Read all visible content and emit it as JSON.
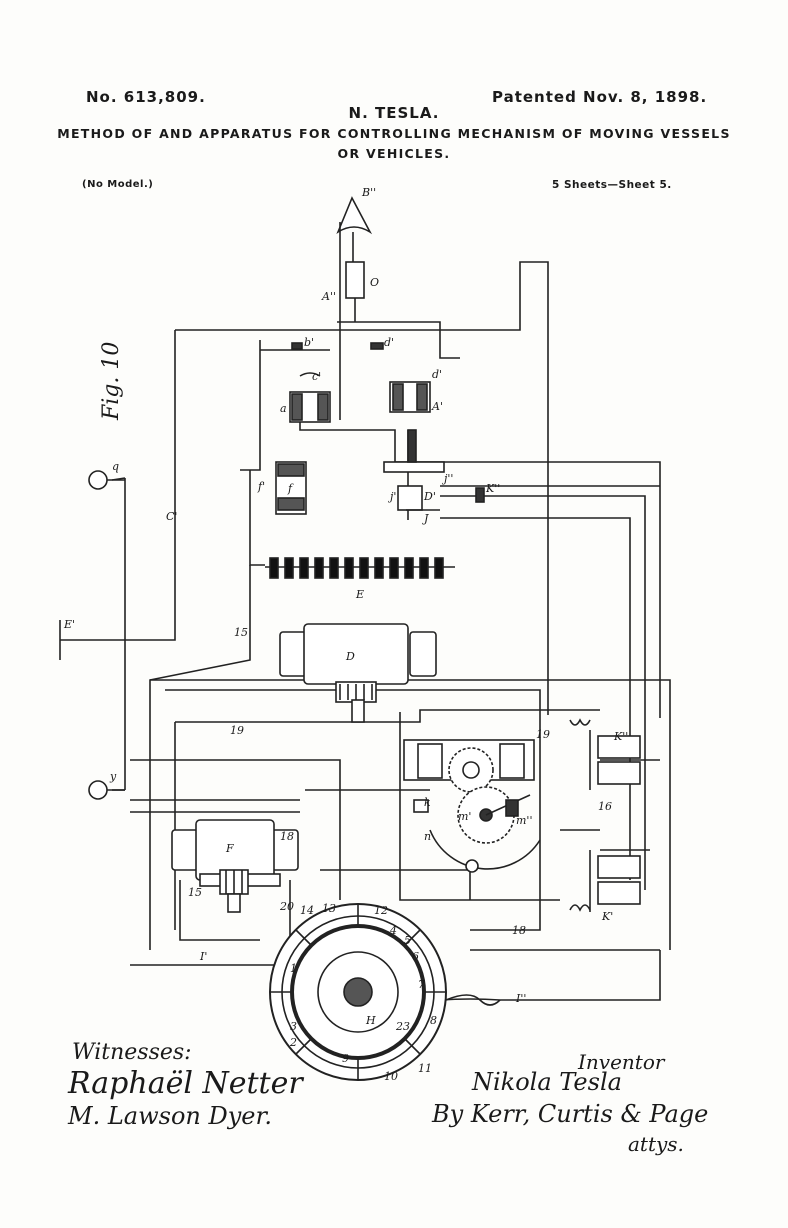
{
  "header": {
    "patent_number": "No. 613,809.",
    "patent_date": "Patented Nov. 8, 1898.",
    "inventor": "N. TESLA.",
    "title_line1": "METHOD OF AND APPARATUS FOR CONTROLLING MECHANISM OF MOVING VESSELS",
    "title_line2": "OR VEHICLES.",
    "model_note": "(No Model.)",
    "sheets": "5 Sheets—Sheet 5."
  },
  "figure": {
    "fig_label": "Fig. 10",
    "labels": {
      "B2": "B''",
      "O": "O",
      "A2": "A''",
      "b1": "b'",
      "d1": "d'",
      "c1": "c'",
      "a": "a",
      "A1": "A'",
      "d1b": "d'",
      "q": "q",
      "C1": "C'",
      "f1": "f'",
      "f": "f",
      "j1": "j'",
      "j2": "j''",
      "D1": "D'",
      "K2": "K''",
      "J": "J",
      "E": "E",
      "E1": "E'",
      "n15": "15",
      "D": "D",
      "n19a": "19",
      "n19b": "19",
      "K3": "K''",
      "y": "y",
      "n18a": "18",
      "m1": "m'",
      "k": "k",
      "m2": "m''",
      "n16": "16",
      "F": "F",
      "n": "n",
      "n15b": "15",
      "n20": "20",
      "n14": "14",
      "n13": "13",
      "n12": "12",
      "K1": "K'",
      "n18b": "18",
      "I1": "I'",
      "H": "H",
      "n8": "8",
      "I2": "I''",
      "n9": "9",
      "n10": "10",
      "n11": "11",
      "n6": "6",
      "n5": "5",
      "n7": "7",
      "n4": "4",
      "n3": "3",
      "n2": "2",
      "n1": "1",
      "n23": "23"
    }
  },
  "signatures": {
    "witnesses_label": "Witnesses:",
    "witness1": "Raphaël Netter",
    "witness2": "M. Lawson Dyer.",
    "inventor_label": "Inventor",
    "inventor_signature": "Nikola Tesla",
    "attorneys": "By Kerr, Curtis & Page",
    "attorneys_abbr": "attys."
  }
}
